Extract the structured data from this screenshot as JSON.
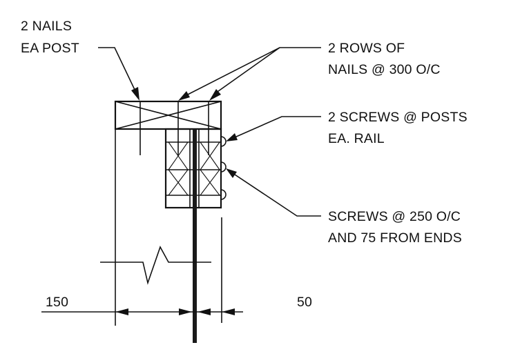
{
  "callouts": {
    "nails_post_line1": "2 NAILS",
    "nails_post_line2": "EA POST",
    "rows_line1": "2 ROWS OF",
    "rows_line2": "NAILS @ 300 O/C",
    "screws_posts_line1": "2 SCREWS @ POSTS",
    "screws_posts_line2": "EA. RAIL",
    "screws_spacing_line1": "SCREWS @ 250 O/C",
    "screws_spacing_line2": "AND 75 FROM ENDS"
  },
  "dimensions": {
    "left_value": "150",
    "right_value": "50"
  }
}
